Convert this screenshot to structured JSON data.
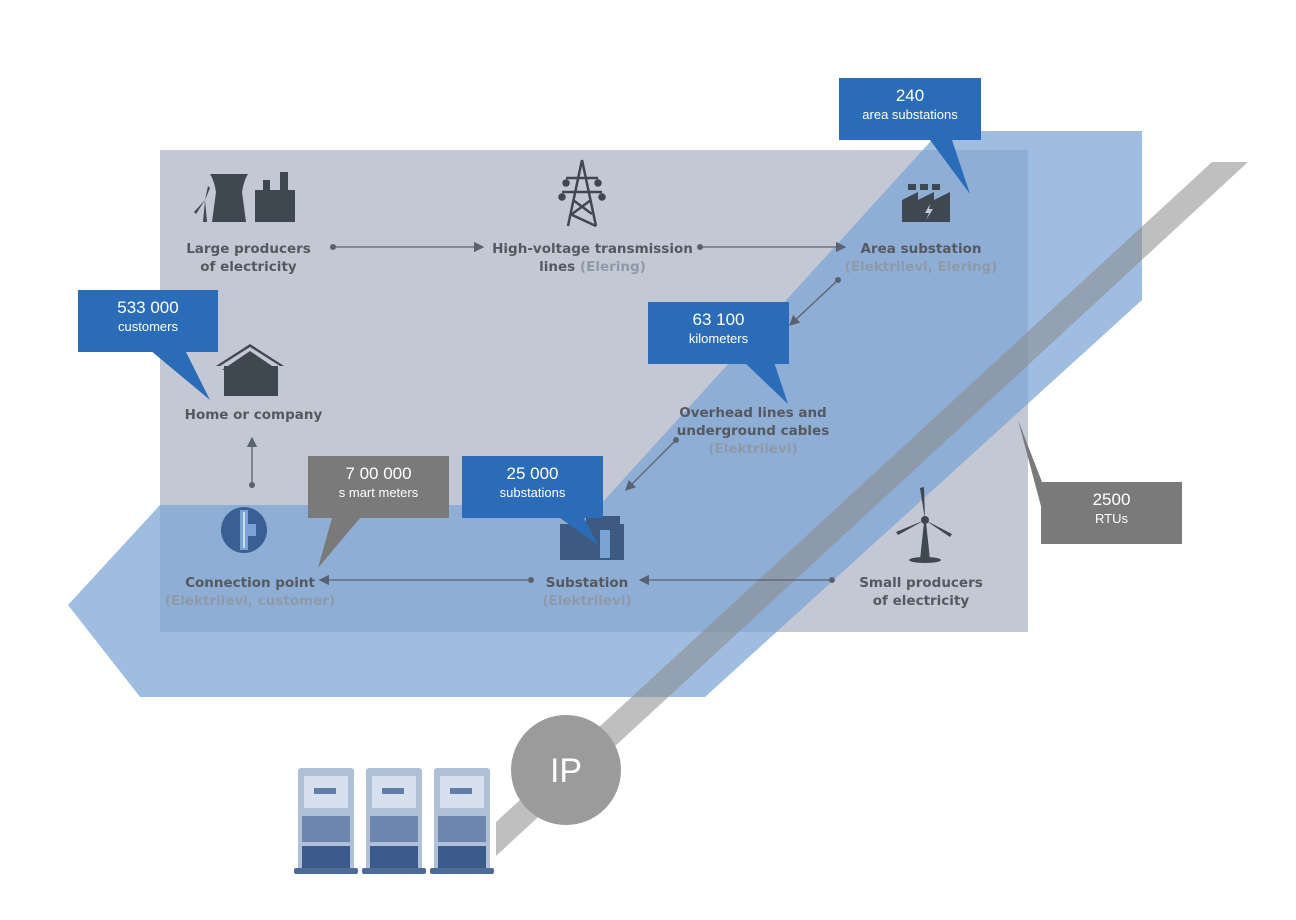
{
  "nodes": {
    "large_producers": {
      "line1": "Large producers",
      "line2": "of electricity"
    },
    "transmission": {
      "line1": "High-voltage transmission",
      "line2": "lines",
      "line2_sub": "(Elering)"
    },
    "area_substation": {
      "line1": "Area substation",
      "line2_sub": "(Elektrilevi, Elering)"
    },
    "overhead": {
      "line1": "Overhead lines and",
      "line2": "underground cables",
      "line3_sub": "(Elektrilevi)"
    },
    "home": {
      "line1": "Home or company"
    },
    "connection_point": {
      "line1": "Connection point",
      "line2_sub": "(Elektrilevi, customer)"
    },
    "substation": {
      "line1": "Substation",
      "line2_sub": "(Elektrilevi)"
    },
    "small_producers": {
      "line1": "Small producers",
      "line2": "of electricity"
    }
  },
  "callouts": {
    "area_substations": {
      "value": "240",
      "unit": "area substations",
      "color": "#2b6cb8"
    },
    "customers": {
      "value": "533 000",
      "unit": "customers",
      "color": "#2b6cb8"
    },
    "kilometers": {
      "value": "63 100",
      "unit": "kilometers",
      "color": "#2b6cb8"
    },
    "smart_meters": {
      "value": "7 00 000",
      "unit": "s mart meters",
      "color": "#7a7a7a"
    },
    "substations": {
      "value": "25 000",
      "unit": "substations",
      "color": "#2b6cb8"
    },
    "rtus": {
      "value": "2500",
      "unit": "RTUs",
      "color": "#7a7a7a"
    }
  },
  "ip_label": "IP",
  "icons": [
    "power-plant-icon",
    "transmission-tower-icon",
    "factory-icon",
    "house-icon",
    "meter-icon",
    "substation-icon",
    "wind-turbine-icon",
    "server-icon"
  ]
}
